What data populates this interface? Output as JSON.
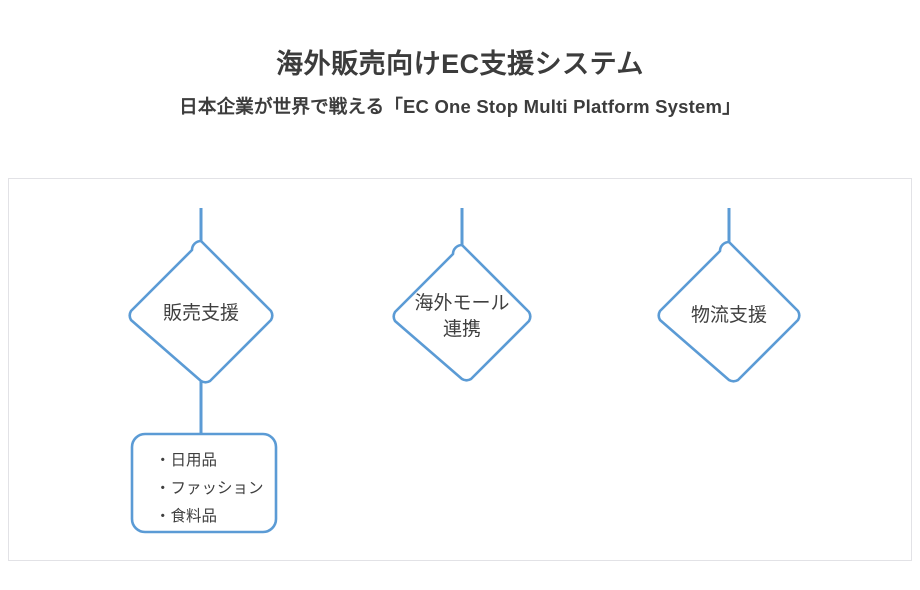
{
  "header": {
    "title": "海外販売向けEC支援システム",
    "subtitle": "日本企業が世界で戦える「EC One Stop Multi Platform System」"
  },
  "colors": {
    "accent_blue": "#5B9BD5",
    "text_dark": "#3c3c3c",
    "node_text": "#3f3f3f",
    "frame_border": "#e2e2e6",
    "background": "#ffffff"
  },
  "diagram": {
    "nodes": [
      {
        "id": "sales-support",
        "shape": "diamond",
        "label_lines": [
          "販売支援"
        ],
        "label": "販売支援"
      },
      {
        "id": "overseas-mall-link",
        "shape": "diamond",
        "label_lines": [
          "海外モール",
          "連携"
        ],
        "label": "海外モール連携"
      },
      {
        "id": "logistics-support",
        "shape": "diamond",
        "label_lines": [
          "物流支援"
        ],
        "label": "物流支援"
      }
    ],
    "category_box": {
      "id": "product-categories",
      "shape": "rounded-rect",
      "items": [
        "・日用品",
        "・ファッション",
        "・食料品"
      ]
    },
    "connectors": [
      {
        "from": "top-edge",
        "to": "sales-support"
      },
      {
        "from": "sales-support",
        "to": "product-categories"
      },
      {
        "from": "top-edge",
        "to": "overseas-mall-link"
      },
      {
        "from": "top-edge",
        "to": "logistics-support"
      }
    ]
  }
}
